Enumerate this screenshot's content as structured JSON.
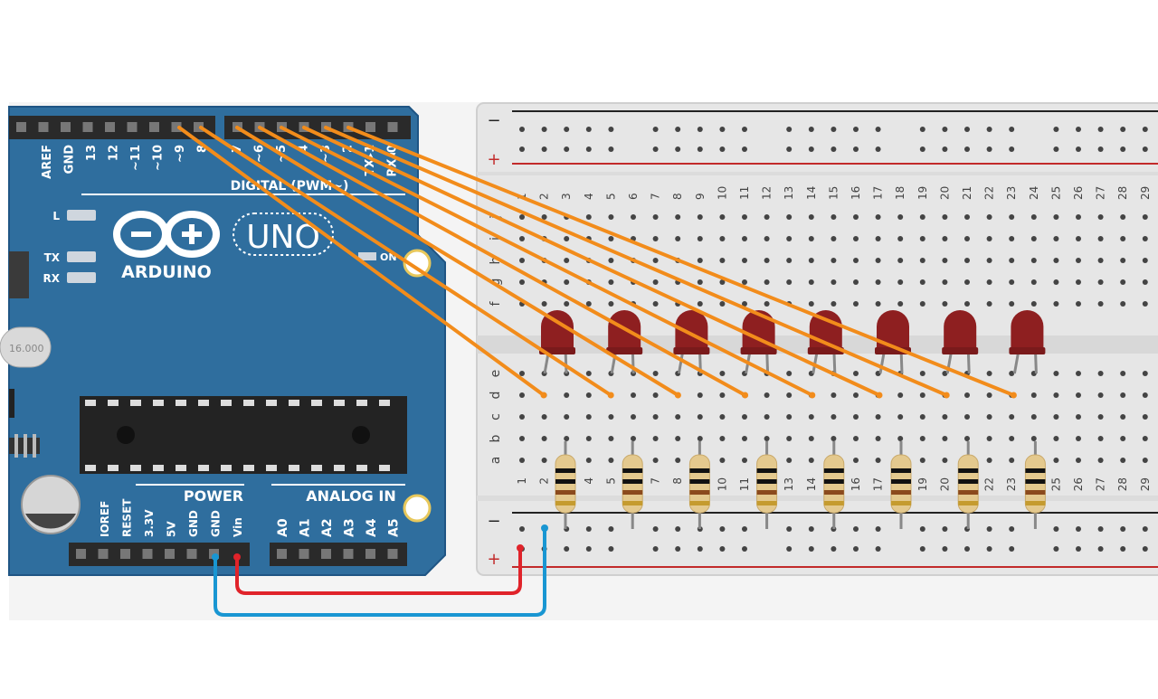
{
  "colors": {
    "board": "#2f6e9e",
    "board_edge": "#1f5584",
    "breadboard": "#e6e6e6",
    "breadboard_channel": "#d6d6d6",
    "wire_signal": "#f28c1b",
    "wire_power": "#e0232a",
    "wire_ground": "#1996d2",
    "led": "#8e1f20",
    "resistor": "#e4c98e",
    "rail_neg": "#222222",
    "rail_pos": "#c22a2a"
  },
  "arduino": {
    "brand": "ARDUINO",
    "model": "UNO",
    "digital_header_label": "DIGITAL (PWM~)",
    "digital_pins_left": [
      "AREF",
      "GND",
      "13",
      "12",
      "~11",
      "~10",
      "~9",
      "8"
    ],
    "digital_pins_right": [
      "7",
      "~6",
      "~5",
      "4",
      "~3",
      "2",
      "TX▸1",
      "RX◂0"
    ],
    "leds": [
      "L",
      "TX",
      "RX"
    ],
    "on_label": "ON",
    "power_header_label": "POWER",
    "power_pins": [
      "IOREF",
      "RESET",
      "3.3V",
      "5V",
      "GND",
      "GND",
      "Vin"
    ],
    "analog_header_label": "ANALOG IN",
    "analog_pins": [
      "A0",
      "A1",
      "A2",
      "A3",
      "A4",
      "A5"
    ],
    "crystal_label": "16.000"
  },
  "breadboard": {
    "rail_neg_symbol": "−",
    "rail_pos_symbol": "+",
    "top_rows": [
      "j",
      "i",
      "h",
      "g",
      "f"
    ],
    "bottom_rows": [
      "e",
      "d",
      "c",
      "b",
      "a"
    ],
    "column_numbers": [
      "1",
      "2",
      "3",
      "4",
      "5",
      "6",
      "7",
      "8",
      "9",
      "10",
      "11",
      "12",
      "13",
      "14",
      "15",
      "16",
      "17",
      "18",
      "19",
      "20",
      "21",
      "22",
      "23",
      "24",
      "25",
      "26",
      "27",
      "28",
      "29"
    ]
  },
  "circuit": {
    "led_count": 8,
    "resistor_count": 8
  }
}
